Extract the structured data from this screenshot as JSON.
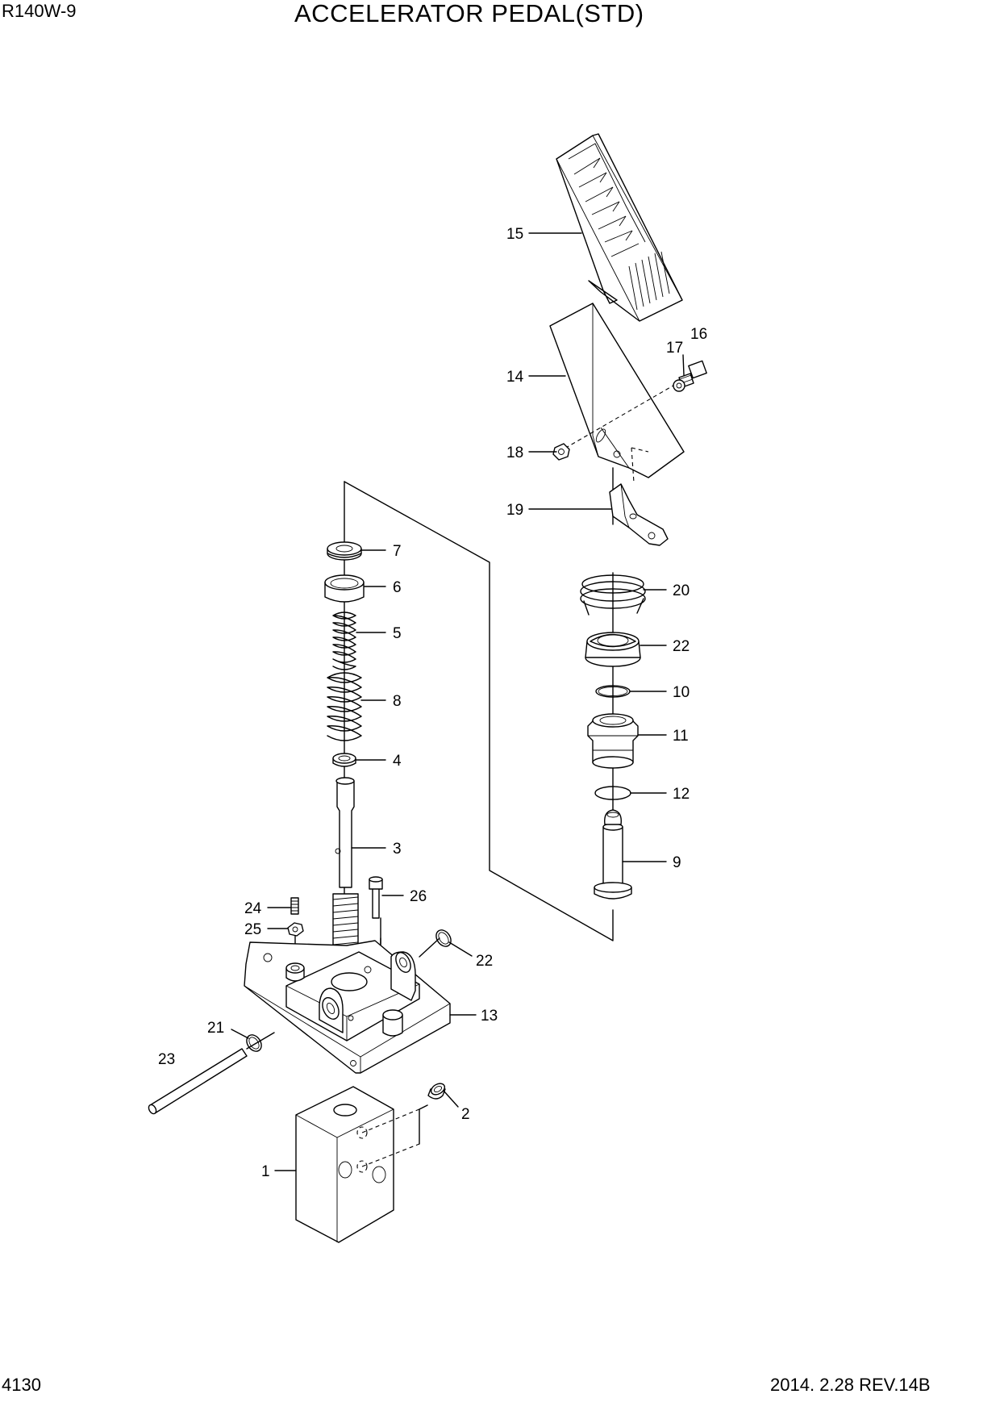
{
  "header": {
    "model": "R140W-9",
    "title": "ACCELERATOR PEDAL(STD)"
  },
  "footer": {
    "page_number": "4130",
    "revision": "2014. 2.28  REV.14B"
  },
  "callouts": [
    "1",
    "2",
    "3",
    "4",
    "5",
    "6",
    "7",
    "8",
    "9",
    "10",
    "11",
    "12",
    "13",
    "14",
    "15",
    "16",
    "17",
    "18",
    "19",
    "20",
    "21",
    "22",
    "22",
    "23",
    "24",
    "25",
    "26"
  ]
}
